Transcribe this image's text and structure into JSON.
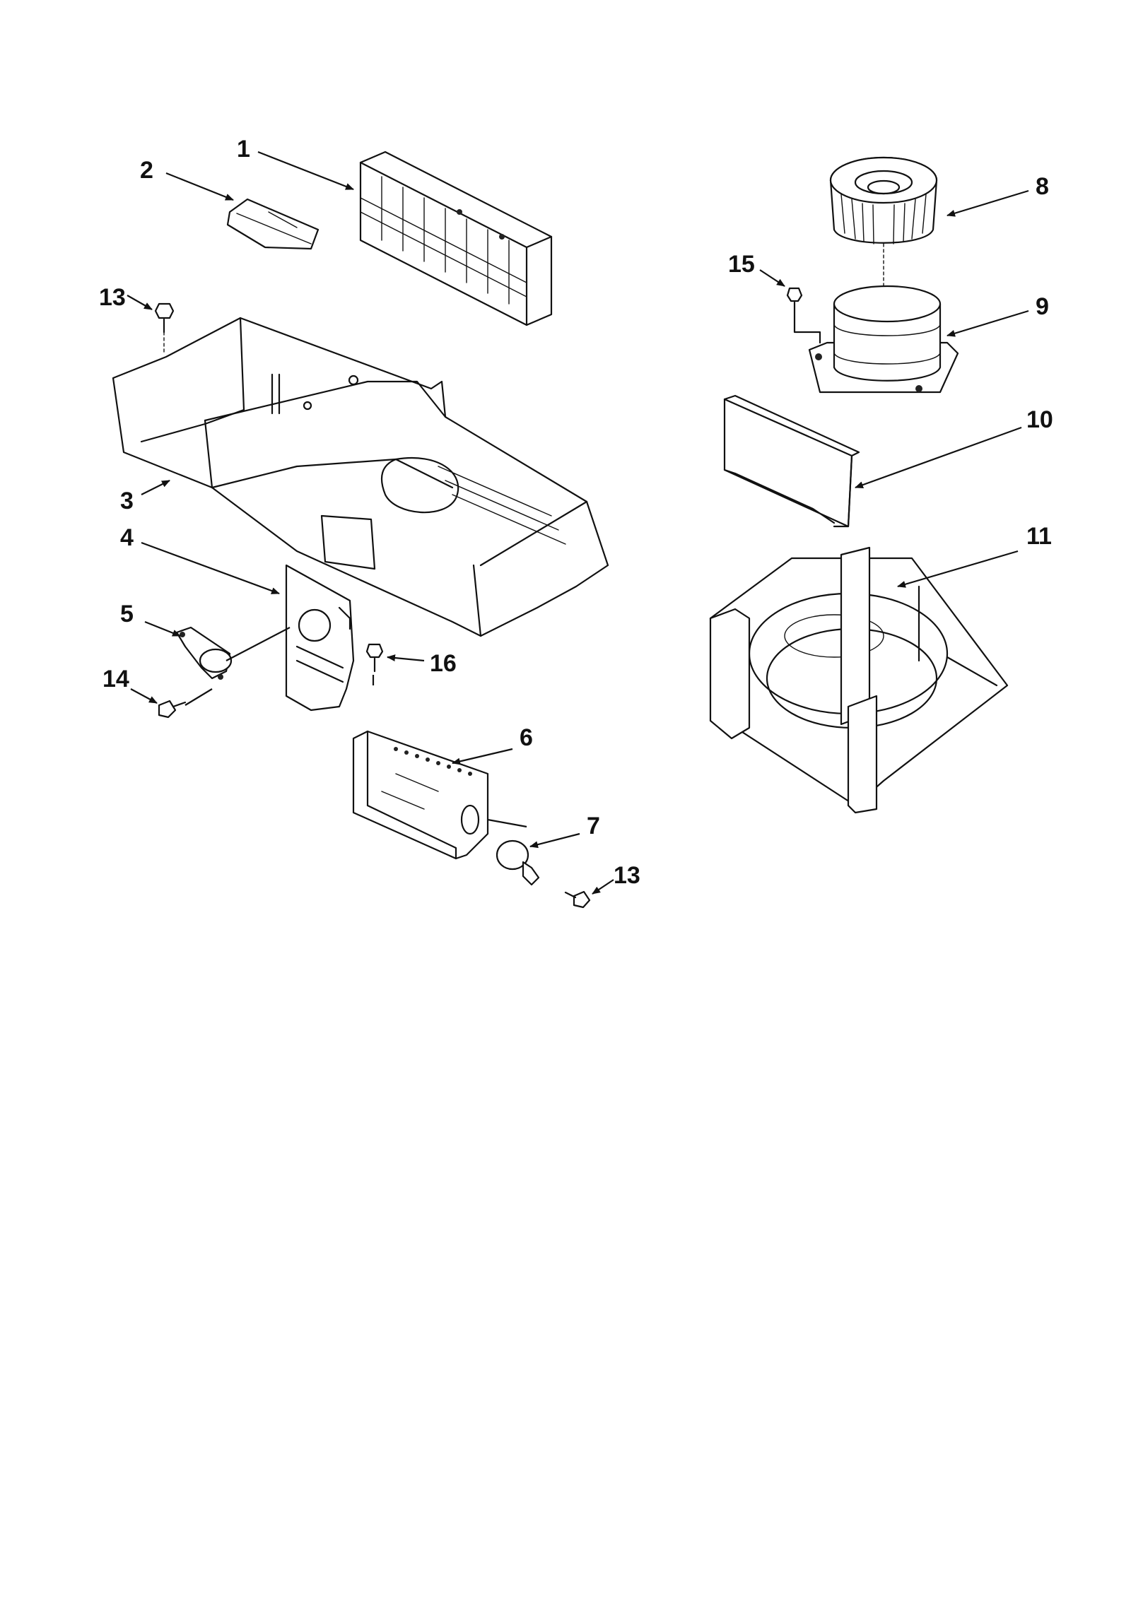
{
  "callouts": {
    "c1": "1",
    "c2": "2",
    "c3": "3",
    "c4": "4",
    "c5": "5",
    "c6": "6",
    "c7": "7",
    "c8": "8",
    "c9": "9",
    "c10": "10",
    "c11": "11",
    "c13a": "13",
    "c13b": "13",
    "c14": "14",
    "c15": "15",
    "c16": "16"
  }
}
